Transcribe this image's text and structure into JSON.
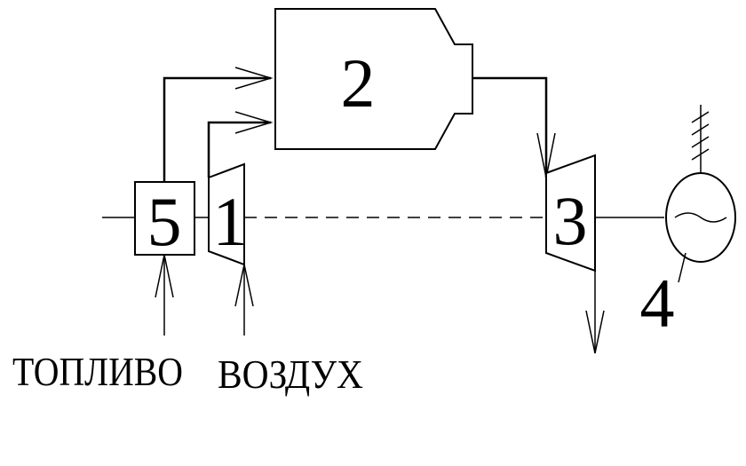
{
  "components": {
    "combustion_chamber": "2",
    "compressor": "1",
    "turbine": "3",
    "generator": "4",
    "fuel_unit": "5"
  },
  "labels": {
    "fuel": "ТОПЛИВО",
    "air": "ВОЗДУХ"
  }
}
